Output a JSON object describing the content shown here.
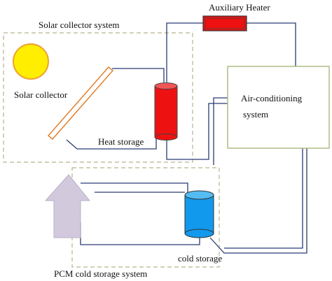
{
  "labels": {
    "solar_collector_system": "Solar collector system",
    "auxiliary_heater": "Auxiliary Heater",
    "solar_collector": "Solar collector",
    "heat_storage": "Heat storage",
    "air_conditioning_line1": "Air-conditioning",
    "air_conditioning_line2": "system",
    "cold_storage": "cold storage",
    "pcm_cold_storage_system": "PCM cold storage system"
  },
  "colors": {
    "pipe": "#2b3b73",
    "dashed_border": "#b6b48e",
    "ac_border": "#a8b97c",
    "sun_fill": "#ffee00",
    "sun_outline": "#f0a030",
    "collector_outline": "#e07820",
    "heat_storage_fill": "#ee1111",
    "heater_fill": "#ee1111",
    "cold_storage_fill": "#1199ee",
    "arrow_fill": "#d2c9dd",
    "arrow_outline": "#b9b0c8"
  }
}
